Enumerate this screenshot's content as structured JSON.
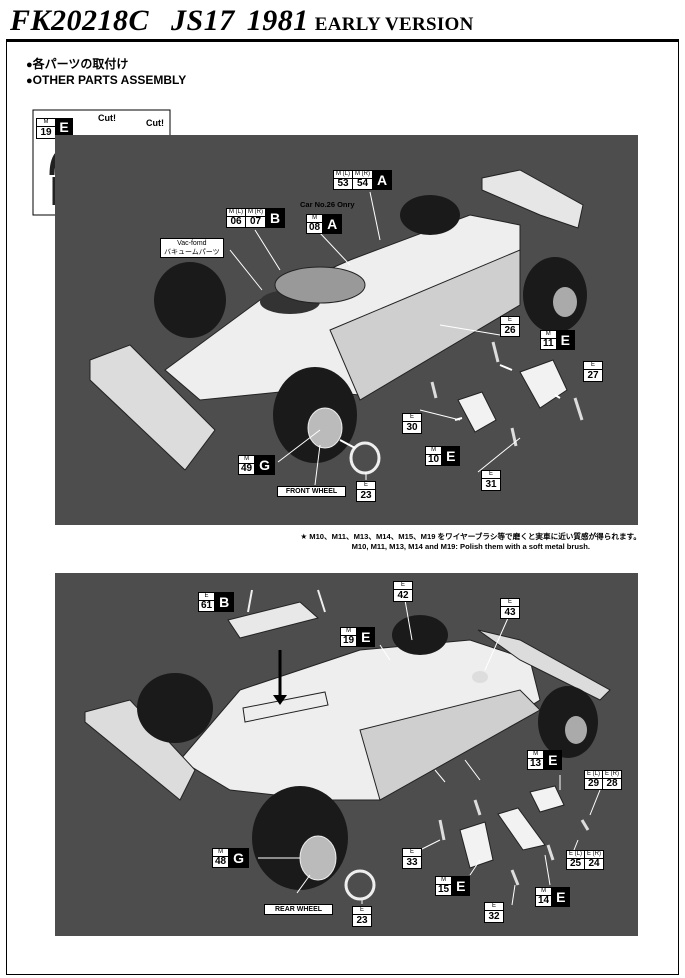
{
  "title": {
    "code": "FK20218C",
    "model": "JS17",
    "year": "1981",
    "variant": "EARLY VERSION"
  },
  "headers": {
    "jp": "各パーツの取付け",
    "en": "OTHER PARTS ASSEMBLY"
  },
  "inset": {
    "tag_m": "M",
    "tag_num": "19",
    "tag_letter": "E",
    "cut1": "Cut!",
    "cut2": "Cut!"
  },
  "panel1": {
    "tag_53_54": {
      "h1": "M (L)",
      "h2": "M (R)",
      "n1": "53",
      "n2": "54",
      "letter": "A"
    },
    "tag_06_07": {
      "h1": "M (L)",
      "h2": "M (R)",
      "n1": "06",
      "n2": "07",
      "letter": "B"
    },
    "car_no": "Car No.26 Onry",
    "tag_08": {
      "h1": "M",
      "n1": "08",
      "letter": "A"
    },
    "vac": {
      "l1": "Vac-fomd",
      "l2": "バキュームパーツ"
    },
    "tag_26": {
      "h": "E",
      "n": "26"
    },
    "tag_11": {
      "h": "M",
      "n": "11",
      "letter": "E"
    },
    "tag_27": {
      "h": "E",
      "n": "27"
    },
    "tag_30": {
      "h": "E",
      "n": "30"
    },
    "tag_10": {
      "h": "M",
      "n": "10",
      "letter": "E"
    },
    "tag_31": {
      "h": "E",
      "n": "31"
    },
    "tag_49": {
      "h": "M",
      "n": "49",
      "letter": "G"
    },
    "front_wheel": "FRONT WHEEL",
    "tag_23": {
      "h": "E",
      "n": "23"
    }
  },
  "notes": {
    "jp": "★ M10、M11、M13、M14、M15、M19 をワイヤーブラシ等で磨くと実車に近い質感が得られます。",
    "en": "M10, M11, M13, M14 and M19:  Polish them with a soft metal brush."
  },
  "panel2": {
    "tag_61": {
      "h": "E",
      "n": "61",
      "letter": "B"
    },
    "tag_42": {
      "h": "E",
      "n": "42"
    },
    "tag_43": {
      "h": "E",
      "n": "43"
    },
    "tag_19": {
      "h": "M",
      "n": "19",
      "letter": "E"
    },
    "tag_13": {
      "h": "M",
      "n": "13",
      "letter": "E"
    },
    "tag_29_28": {
      "h1": "E (L)",
      "h2": "E (R)",
      "n1": "29",
      "n2": "28"
    },
    "tag_25_24": {
      "h1": "E (L)",
      "h2": "E (R)",
      "n1": "25",
      "n2": "24"
    },
    "tag_48": {
      "h": "M",
      "n": "48",
      "letter": "G"
    },
    "tag_33": {
      "h": "E",
      "n": "33"
    },
    "tag_15": {
      "h": "M",
      "n": "15",
      "letter": "E"
    },
    "tag_14": {
      "h": "M",
      "n": "14",
      "letter": "E"
    },
    "tag_32": {
      "h": "E",
      "n": "32"
    },
    "rear_wheel": "REAR WHEEL",
    "tag_23": {
      "h": "E",
      "n": "23"
    }
  }
}
